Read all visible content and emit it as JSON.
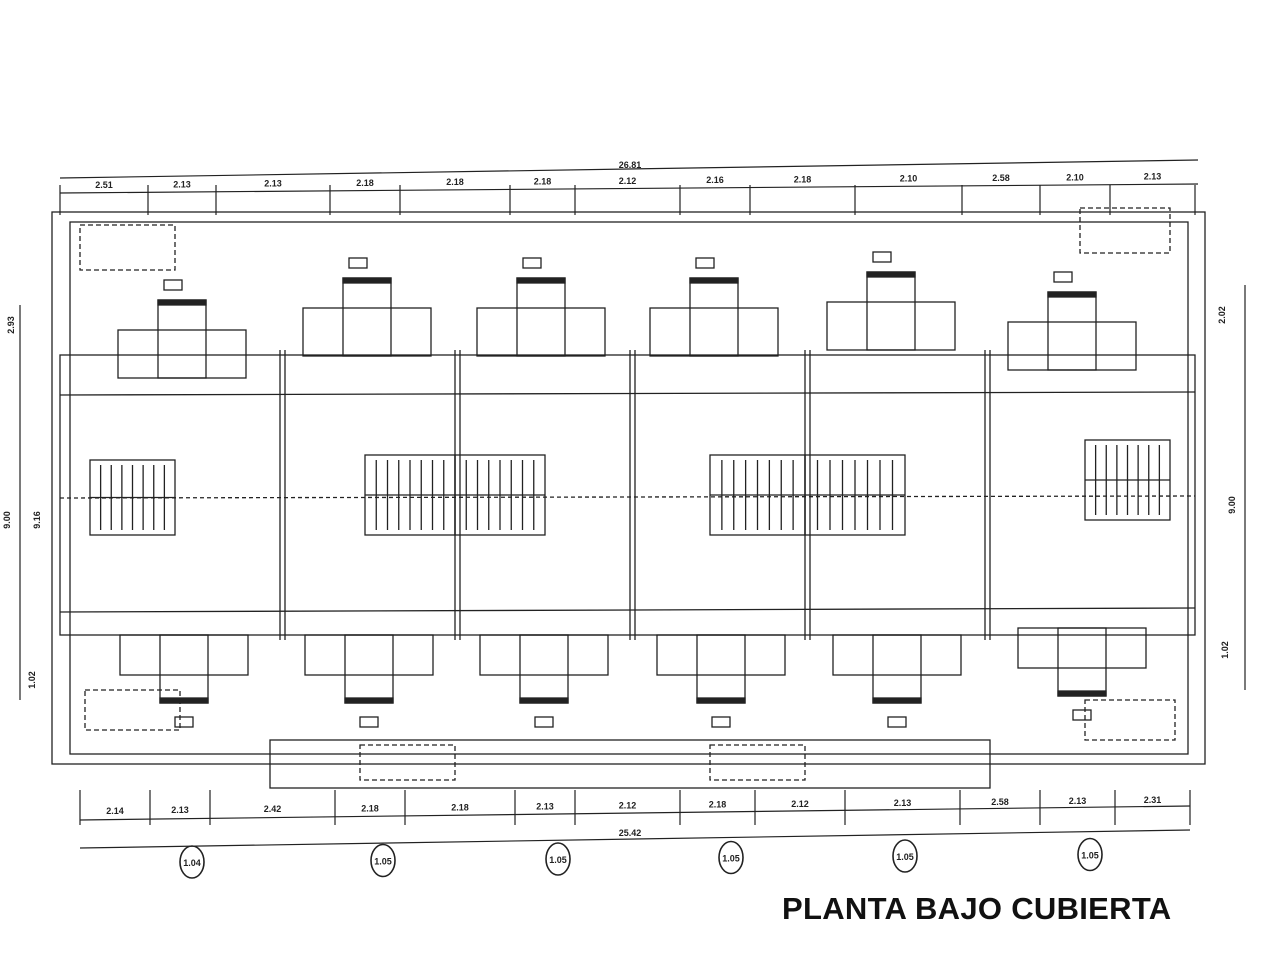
{
  "drawing": {
    "title": "PLANTA BAJO CUBIERTA",
    "top_total": "26.81",
    "top_dims": [
      "2.51",
      "2.13",
      "2.13",
      "2.18",
      "2.18",
      "2.18",
      "2.12",
      "2.16",
      "2.18",
      "2.10",
      "2.58",
      "2.10",
      "2.13"
    ],
    "bottom_total": "25.42",
    "bottom_dims": [
      "2.14",
      "2.13",
      "2.42",
      "2.18",
      "2.18",
      "2.13",
      "2.12",
      "2.18",
      "2.12",
      "2.13",
      "2.58",
      "2.13",
      "2.31"
    ],
    "left_dims": [
      "2.93",
      "9.00",
      "9.16",
      "1.02"
    ],
    "right_dims": [
      "2.02",
      "9.00",
      "1.02"
    ],
    "axis_markers": [
      "1.04",
      "1.05",
      "1.05",
      "1.05",
      "1.05",
      "1.05"
    ]
  }
}
